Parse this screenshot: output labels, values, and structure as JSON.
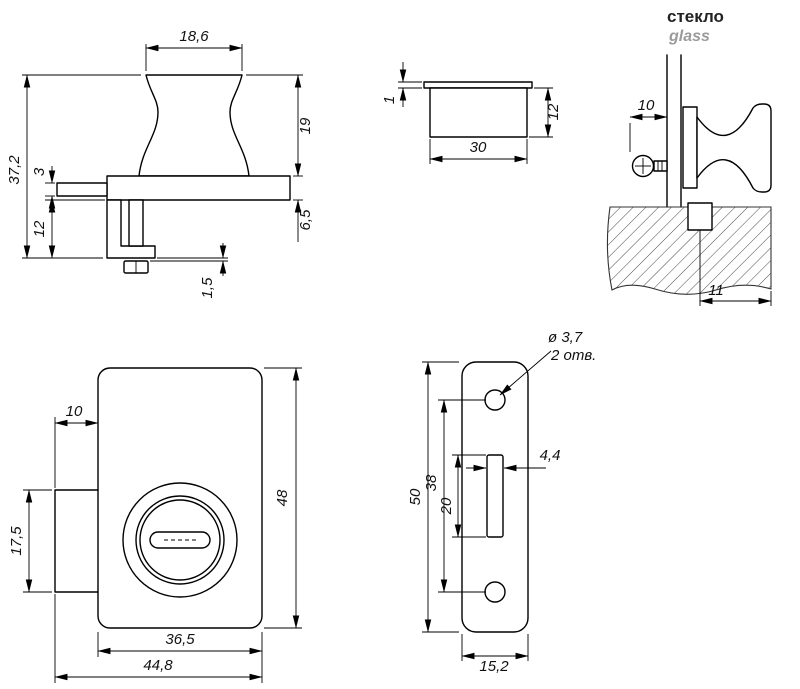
{
  "legend": {
    "material_ru": "стекло",
    "material_en": "glass"
  },
  "views": {
    "roller_side": {
      "dims": {
        "neck_width": "18,6",
        "total_height": "37,2",
        "pin_thickness": "3",
        "bracket_height": "12",
        "roller_height": "19",
        "plate_thickness": "6,5",
        "gap": "1,5"
      }
    },
    "clamp_plate": {
      "dims": {
        "lip_thickness": "1",
        "width": "30",
        "height": "12"
      }
    },
    "glass_mount": {
      "dims": {
        "screw_offset": "10",
        "edge_offset": "11"
      }
    },
    "lock_front": {
      "dims": {
        "tab_width": "10",
        "tab_height": "17,5",
        "body_height": "48",
        "body_width": "36,5",
        "total_width": "44,8"
      }
    },
    "strike_plate": {
      "dims": {
        "hole_diameter": "ø 3,7",
        "hole_note": "2 отв.",
        "slot_width": "4,4",
        "plate_length": "50",
        "hole_spacing": "38",
        "slot_length": "20",
        "plate_width": "15,2"
      }
    }
  }
}
